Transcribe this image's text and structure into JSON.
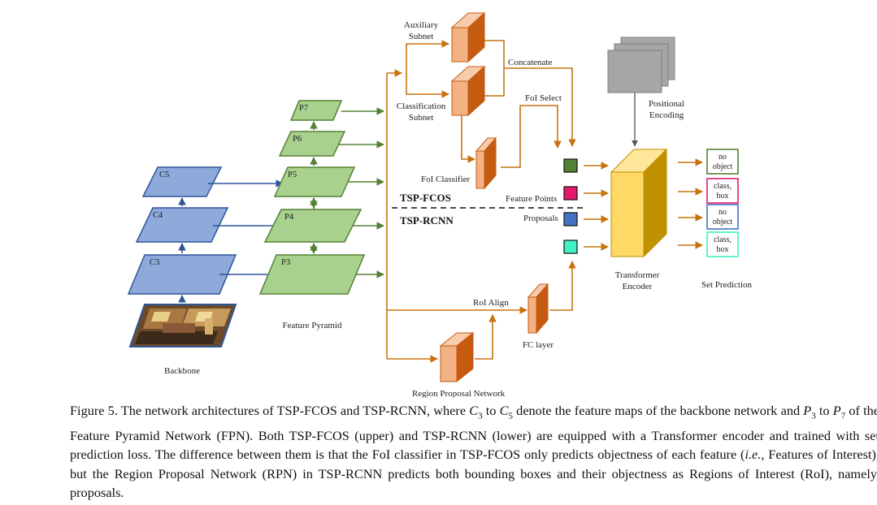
{
  "colors": {
    "backbone_fill": "#8eaadb",
    "backbone_stroke": "#2f5597",
    "pyramid_fill": "#a9d18e",
    "pyramid_stroke": "#548235",
    "orange_fill": "#f4b183",
    "orange_dark": "#c55a11",
    "orange_arrow": "#c8720f",
    "transformer_front": "#ffd966",
    "transformer_side": "#bf9000",
    "gray_block": "#a6a6a6",
    "feature_green": "#548235",
    "feature_pink": "#e6186d",
    "feature_blue": "#4472c4",
    "feature_teal": "#3ef2c4"
  },
  "backbone": {
    "label": "Backbone",
    "layers": [
      "C3",
      "C4",
      "C5"
    ],
    "image_icon": "room-photo-icon"
  },
  "pyramid": {
    "label": "Feature Pyramid",
    "layers": [
      "P3",
      "P4",
      "P5",
      "P6",
      "P7"
    ]
  },
  "subnets": {
    "auxiliary": [
      "Auxiliary",
      "Subnet"
    ],
    "classification": [
      "Classification",
      "Subnet"
    ],
    "concatenate": "Concatenate",
    "foi_select": "FoI Select",
    "foi_classifier": "FoI Classifier"
  },
  "branches": {
    "fcos": "TSP-FCOS",
    "rcnn": "TSP-RCNN",
    "feature_points": "Feature Points",
    "proposals": "Proposals"
  },
  "rcnn_path": {
    "roi_align": "RoI Align",
    "fc_layer": "FC layer",
    "rpn": "Region Proposal Network"
  },
  "encoder": {
    "positional": [
      "Positional",
      "Encoding"
    ],
    "transformer": [
      "Transformer",
      "Encoder"
    ]
  },
  "predictions": {
    "label": "Set Prediction",
    "boxes": [
      {
        "line1": "no",
        "line2": "object",
        "color": "#548235"
      },
      {
        "line1": "class,",
        "line2": "box",
        "color": "#e6186d"
      },
      {
        "line1": "no",
        "line2": "object",
        "color": "#4472c4"
      },
      {
        "line1": "class,",
        "line2": "box",
        "color": "#3ef2c4"
      }
    ]
  },
  "caption": {
    "p1": "Figure 5. The network architectures of TSP-FCOS and TSP-RCNN, where ",
    "c3": "C",
    "c3_sub": "3",
    "p2": " to ",
    "c5": "C",
    "c5_sub": "5",
    "p3": " denote the feature maps of the backbone network and ",
    "p_3": "P",
    "p_3_sub": "3",
    "p4": " to ",
    "p_7": "P",
    "p_7_sub": "7",
    "p5": " of the Feature Pyramid Network (FPN). Both TSP-FCOS (upper) and TSP-RCNN (lower) are equipped with a Transformer encoder and trained with set prediction loss. The difference between them is that the FoI classifier in TSP-FCOS only predicts objectness of each feature (",
    "ie": "i.e.",
    "p6": ", Features of Interest), but the Region Proposal Network (RPN) in TSP-RCNN predicts both bounding boxes and their objectness as Regions of Interest (RoI), namely, proposals."
  }
}
